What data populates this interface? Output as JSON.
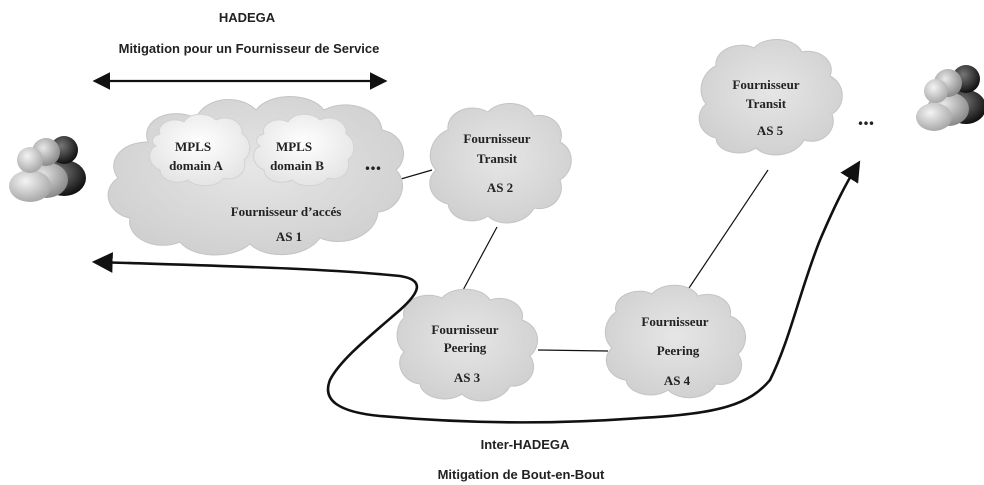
{
  "top_title": "HADEGA",
  "top_subtitle": "Mitigation pour un Fournisseur de Service",
  "bottom_title": "Inter-HADEGA",
  "bottom_subtitle": "Mitigation de Bout-en-Bout",
  "access_cloud": {
    "line1": "Fournisseur d’accés",
    "line2": "AS 1",
    "domain_a": {
      "line1": "MPLS",
      "line2": "domain A"
    },
    "domain_b": {
      "line1": "MPLS",
      "line2": "domain B"
    },
    "ellipsis": "..."
  },
  "transit_as2": {
    "line1": "Fournisseur",
    "line2": "Transit",
    "line3": "AS 2"
  },
  "peering_as3": {
    "line1": "Fournisseur",
    "line2": "Peering",
    "line3": "AS 3"
  },
  "peering_as4": {
    "line1": "Fournisseur",
    "line2": "Peering",
    "line3": "AS 4"
  },
  "transit_as5": {
    "line1": "Fournisseur",
    "line2": "Transit",
    "line3": "AS 5"
  },
  "right_ellipsis": "...",
  "colors": {
    "cloud": "#d9d9d9",
    "cloud_inner": "#f2f2f2",
    "line": "#111111"
  },
  "icons": {
    "left_users": "users-group-icon",
    "right_users": "users-group-icon"
  }
}
